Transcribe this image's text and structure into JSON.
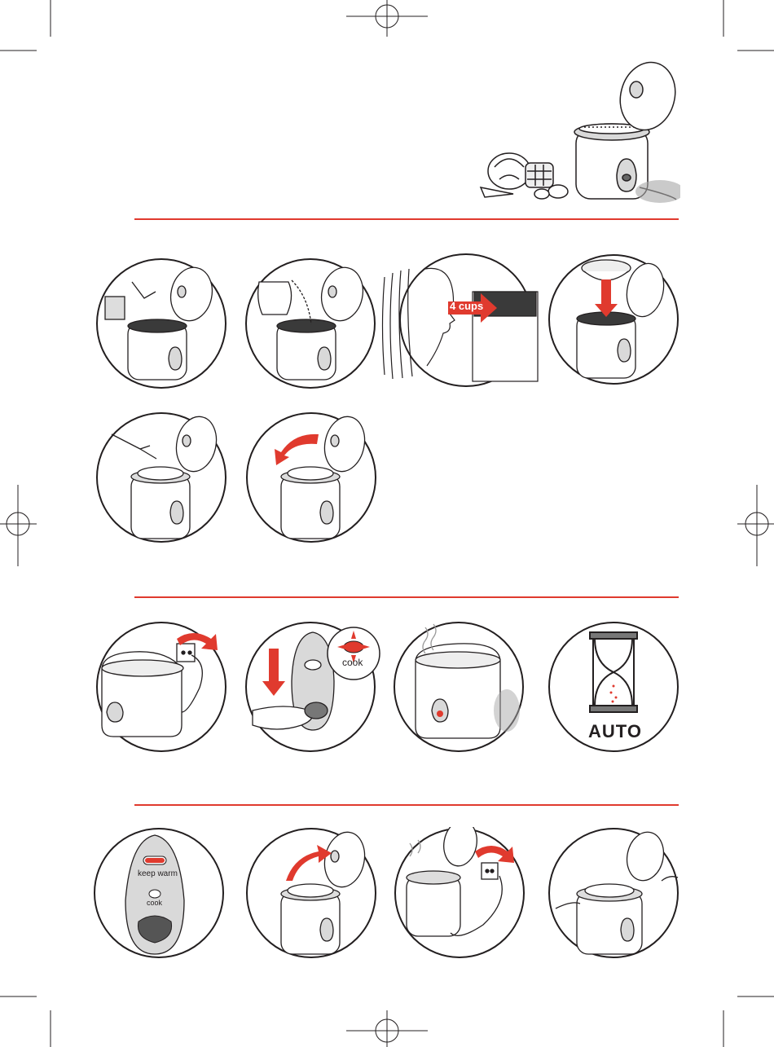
{
  "colors": {
    "accent": "#e03a2e",
    "ink": "#231f20",
    "pot_gray": "#d9d9d9",
    "shadow_gray": "#a7a7a7"
  },
  "labels": {
    "cups": "4 cups",
    "cook": "cook",
    "auto": "AUTO",
    "keep_warm": "keep warm",
    "cook_small": "cook"
  },
  "icons": {
    "registration_mark": "registration-crosshair-icon",
    "arrow": "red-arrow-icon",
    "hourglass": "hourglass-icon",
    "plug": "power-plug-icon"
  }
}
